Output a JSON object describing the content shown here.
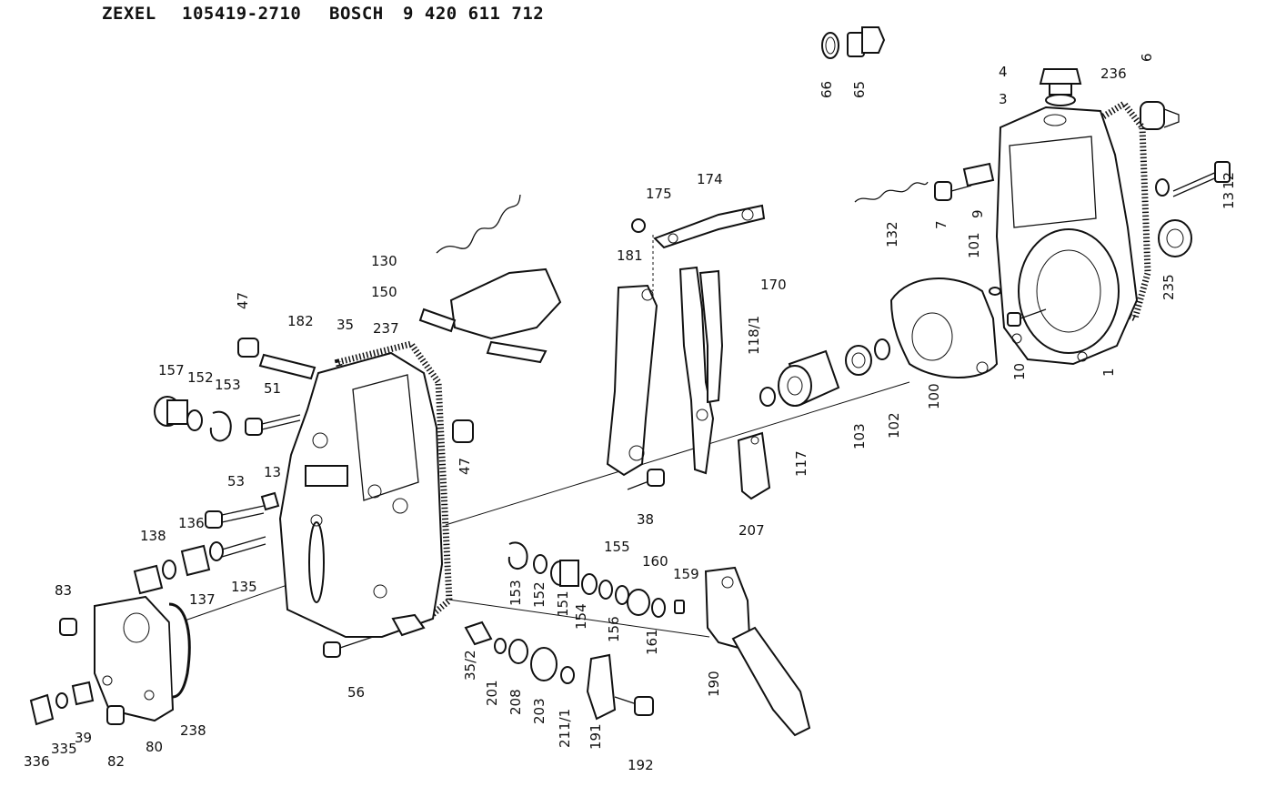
{
  "header": {
    "brand1": "ZEXEL",
    "number1": "105419-2710",
    "brand2": "BOSCH",
    "number2": "9 420 611 712"
  },
  "labels": [
    {
      "id": "p66",
      "text": "66"
    },
    {
      "id": "p65",
      "text": "65"
    },
    {
      "id": "p4",
      "text": "4"
    },
    {
      "id": "p3",
      "text": "3"
    },
    {
      "id": "p236",
      "text": "236"
    },
    {
      "id": "p6",
      "text": "6"
    },
    {
      "id": "p12",
      "text": "12"
    },
    {
      "id": "p13r",
      "text": "13"
    },
    {
      "id": "p7",
      "text": "7"
    },
    {
      "id": "p9",
      "text": "9"
    },
    {
      "id": "p132",
      "text": "132"
    },
    {
      "id": "p101",
      "text": "101"
    },
    {
      "id": "p235",
      "text": "235"
    },
    {
      "id": "p10",
      "text": "10"
    },
    {
      "id": "p1",
      "text": "1"
    },
    {
      "id": "p100",
      "text": "100"
    },
    {
      "id": "p102",
      "text": "102"
    },
    {
      "id": "p103",
      "text": "103"
    },
    {
      "id": "p117",
      "text": "117"
    },
    {
      "id": "p118_1",
      "text": "118/1"
    },
    {
      "id": "p175",
      "text": "175"
    },
    {
      "id": "p174",
      "text": "174"
    },
    {
      "id": "p181",
      "text": "181"
    },
    {
      "id": "p170",
      "text": "170"
    },
    {
      "id": "p130",
      "text": "130"
    },
    {
      "id": "p150",
      "text": "150"
    },
    {
      "id": "p47a",
      "text": "47"
    },
    {
      "id": "p182",
      "text": "182"
    },
    {
      "id": "p35",
      "text": "35"
    },
    {
      "id": "p237",
      "text": "237"
    },
    {
      "id": "p157",
      "text": "157"
    },
    {
      "id": "p152a",
      "text": "152"
    },
    {
      "id": "p153a",
      "text": "153"
    },
    {
      "id": "p51",
      "text": "51"
    },
    {
      "id": "p47b",
      "text": "47"
    },
    {
      "id": "p53",
      "text": "53"
    },
    {
      "id": "p13l",
      "text": "13"
    },
    {
      "id": "p138",
      "text": "138"
    },
    {
      "id": "p136",
      "text": "136"
    },
    {
      "id": "p137",
      "text": "137"
    },
    {
      "id": "p135",
      "text": "135"
    },
    {
      "id": "p83",
      "text": "83"
    },
    {
      "id": "p38",
      "text": "38"
    },
    {
      "id": "p207",
      "text": "207"
    },
    {
      "id": "p155",
      "text": "155"
    },
    {
      "id": "p160",
      "text": "160"
    },
    {
      "id": "p159",
      "text": "159"
    },
    {
      "id": "p153b",
      "text": "153"
    },
    {
      "id": "p152b",
      "text": "152"
    },
    {
      "id": "p151",
      "text": "151"
    },
    {
      "id": "p154",
      "text": "154"
    },
    {
      "id": "p156",
      "text": "156"
    },
    {
      "id": "p161",
      "text": "161"
    },
    {
      "id": "p190",
      "text": "190"
    },
    {
      "id": "p56",
      "text": "56"
    },
    {
      "id": "p35_2",
      "text": "35/2"
    },
    {
      "id": "p201",
      "text": "201"
    },
    {
      "id": "p208",
      "text": "208"
    },
    {
      "id": "p203",
      "text": "203"
    },
    {
      "id": "p211_1",
      "text": "211/1"
    },
    {
      "id": "p191",
      "text": "191"
    },
    {
      "id": "p192",
      "text": "192"
    },
    {
      "id": "p238",
      "text": "238"
    },
    {
      "id": "p80",
      "text": "80"
    },
    {
      "id": "p82",
      "text": "82"
    },
    {
      "id": "p336",
      "text": "336"
    },
    {
      "id": "p335",
      "text": "335"
    },
    {
      "id": "p39",
      "text": "39"
    }
  ]
}
